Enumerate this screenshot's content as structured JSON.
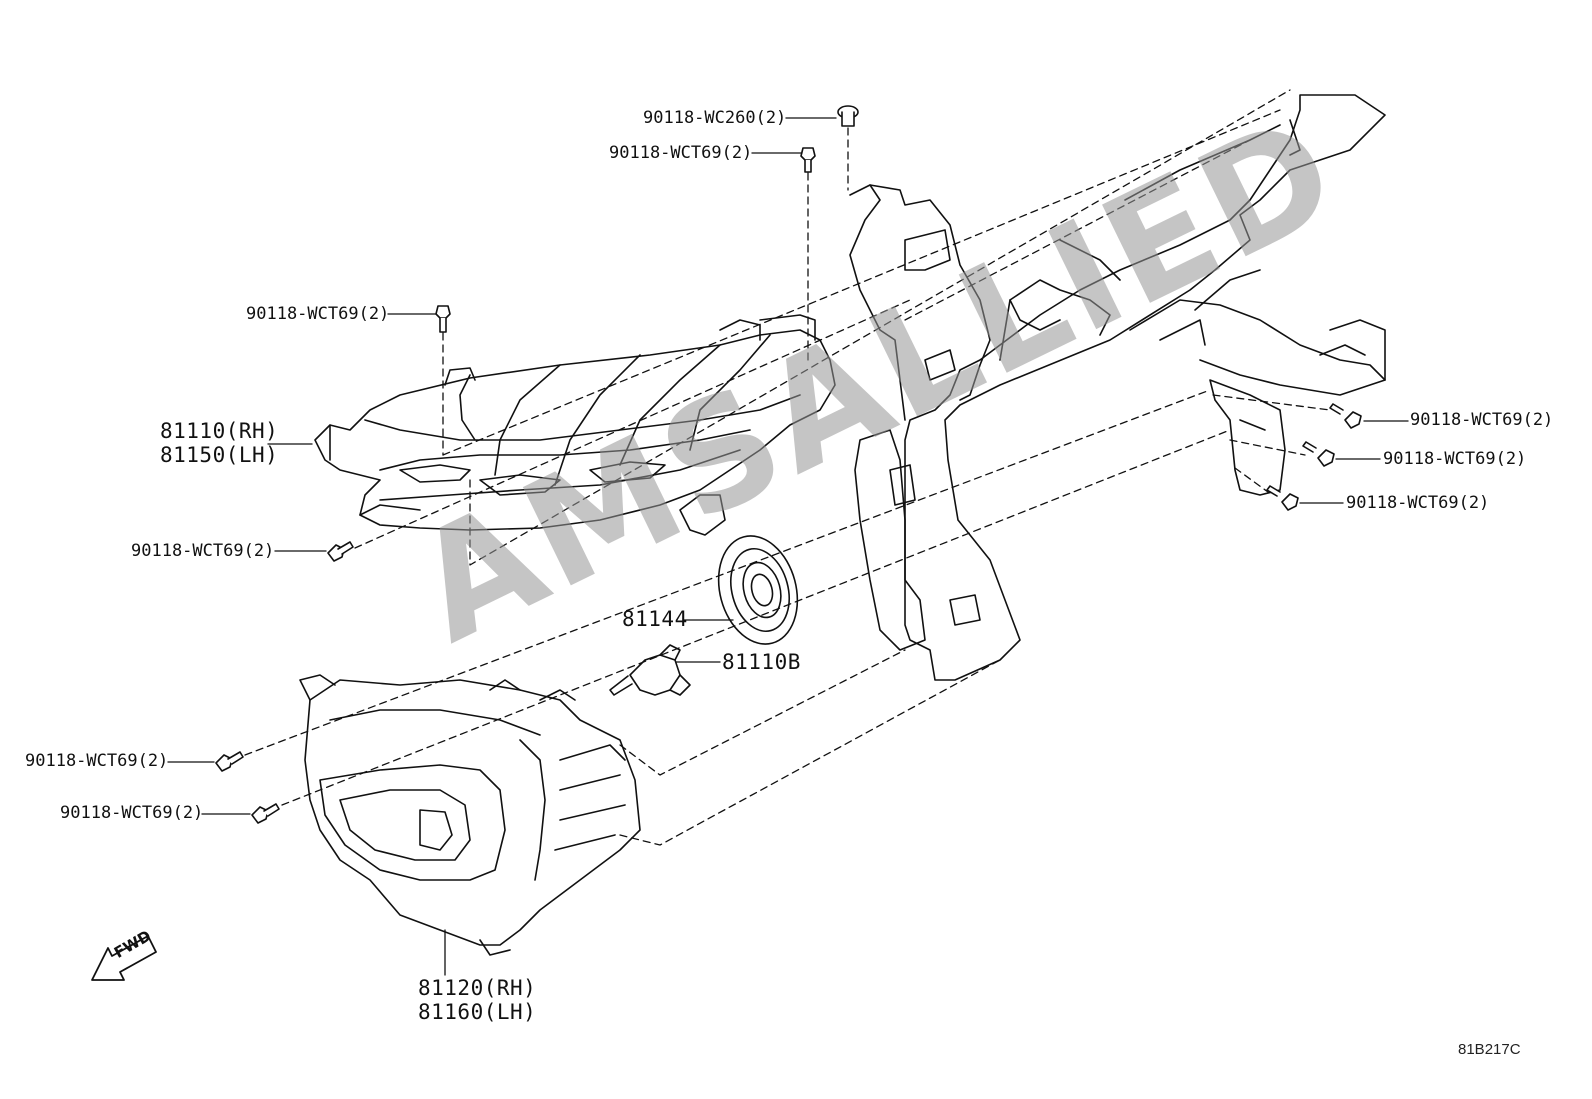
{
  "diagram": {
    "watermark": "AMSALLIED",
    "drawing_code": "81B217C",
    "fwd_label": "FWD",
    "labels": {
      "bolt_wc260_top": "90118-WC260(2)",
      "bolt_top_center": "90118-WCT69(2)",
      "bolt_headlamp_top": "90118-WCT69(2)",
      "headlamp_rh": "81110(RH)",
      "headlamp_lh": "81150(LH)",
      "bolt_headlamp_bottom": "90118-WCT69(2)",
      "cap": "81144",
      "bulb": "81110B",
      "bolt_foglamp_1": "90118-WCT69(2)",
      "bolt_foglamp_2": "90118-WCT69(2)",
      "foglamp_rh": "81120(RH)",
      "foglamp_lh": "81160(LH)",
      "bolt_right_1": "90118-WCT69(2)",
      "bolt_right_2": "90118-WCT69(2)",
      "bolt_right_3": "90118-WCT69(2)"
    }
  }
}
